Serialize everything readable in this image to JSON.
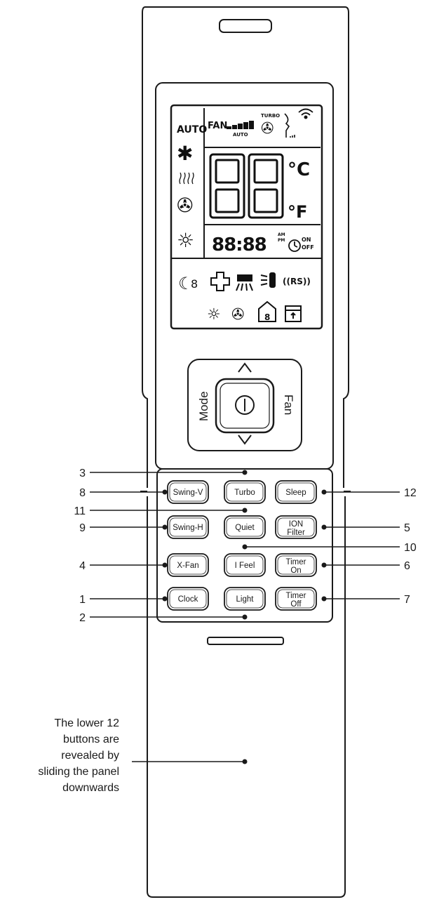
{
  "lcd": {
    "auto": "AUTO",
    "fan": "FAN",
    "fan_auto": "AUTO",
    "turbo": "TURBO",
    "temp": "88",
    "celsius": "°C",
    "fahrenheit": "°F",
    "clock": "88:88",
    "am": "AM",
    "pm": "PM",
    "on": "ON",
    "off": "OFF",
    "rs": "((RS))"
  },
  "dpad": {
    "mode": "Mode",
    "fan": "Fan"
  },
  "buttons": [
    {
      "label": "Swing-V",
      "label2": ""
    },
    {
      "label": "Turbo",
      "label2": ""
    },
    {
      "label": "Sleep",
      "label2": ""
    },
    {
      "label": "Swing-H",
      "label2": ""
    },
    {
      "label": "Quiet",
      "label2": ""
    },
    {
      "label": "ION",
      "label2": "Filter"
    },
    {
      "label": "X-Fan",
      "label2": ""
    },
    {
      "label": "I Feel",
      "label2": ""
    },
    {
      "label": "Timer",
      "label2": "On"
    },
    {
      "label": "Clock",
      "label2": ""
    },
    {
      "label": "Light",
      "label2": ""
    },
    {
      "label": "Timer",
      "label2": "Off"
    }
  ],
  "callouts": [
    "3",
    "8",
    "12",
    "11",
    "9",
    "5",
    "10",
    "4",
    "6",
    "1",
    "7",
    "2"
  ],
  "note_lines": [
    "The lower 12",
    "buttons are",
    "revealed by",
    "sliding the panel",
    "downwards"
  ]
}
